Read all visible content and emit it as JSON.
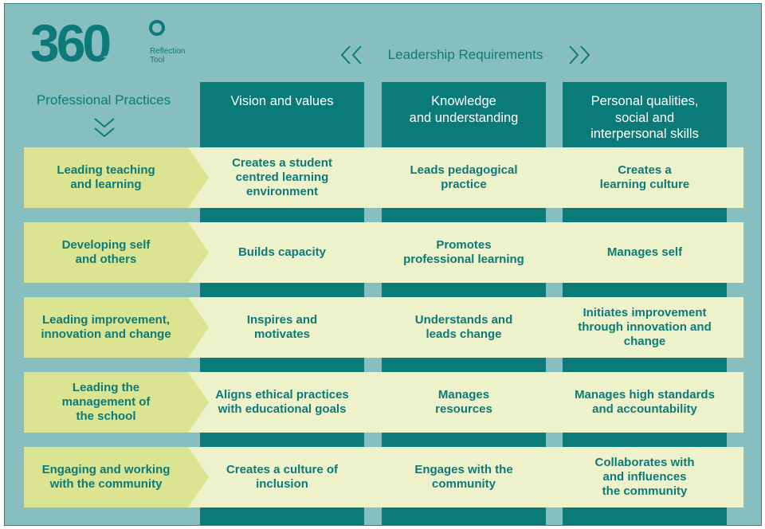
{
  "logo": {
    "digits": "360",
    "subtitle_line1": "Reflection",
    "subtitle_line2": "Tool"
  },
  "header": {
    "leadership_requirements": "Leadership Requirements",
    "professional_practices": "Professional Practices"
  },
  "columns": [
    {
      "label": "Vision and values"
    },
    {
      "label": "Knowledge\nand understanding"
    },
    {
      "label": "Personal qualities,\nsocial and\ninterpersonal skills"
    }
  ],
  "rows": [
    {
      "label": "Leading teaching\nand learning",
      "cells": [
        "Creates a student\ncentred learning\nenvironment",
        "Leads pedagogical\npractice",
        "Creates a\nlearning culture"
      ]
    },
    {
      "label": "Developing self\nand others",
      "cells": [
        "Builds capacity",
        "Promotes\nprofessional learning",
        "Manages self"
      ]
    },
    {
      "label": "Leading improvement,\ninnovation and change",
      "cells": [
        "Inspires and\nmotivates",
        "Understands and\nleads change",
        "Initiates improvement\nthrough innovation and\nchange"
      ]
    },
    {
      "label": "Leading the\nmanagement of\nthe school",
      "cells": [
        "Aligns ethical practices\nwith educational goals",
        "Manages\nresources",
        "Manages high standards\nand accountability"
      ]
    },
    {
      "label": "Engaging and working\nwith the community",
      "cells": [
        "Creates a culture of\ninclusion",
        "Engages with the\ncommunity",
        "Collaborates with\nand influences\nthe community"
      ]
    }
  ],
  "colors": {
    "background": "#87bfc1",
    "teal_dark": "#0b7b7a",
    "teal_mid": "#369595",
    "row_bg": "#edf2cb",
    "label_bg": "#dbe591",
    "text": "#0d7a79"
  }
}
